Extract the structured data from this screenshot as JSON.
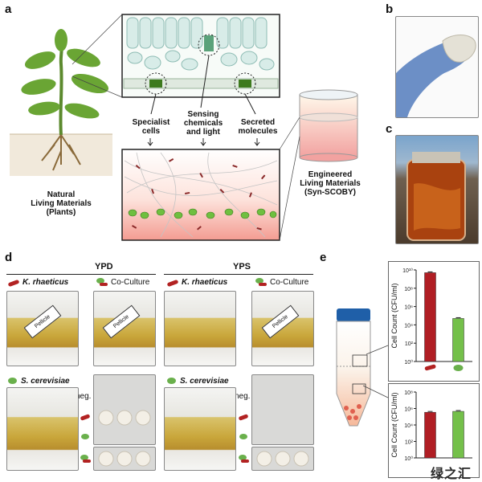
{
  "panels": {
    "a": "a",
    "b": "b",
    "c": "c",
    "d": "d",
    "e": "e"
  },
  "panel_a": {
    "specialist": "Specialist\ncells",
    "sensing": "Sensing\nchemicals\nand light",
    "secreted": "Secreted\nmolecules",
    "natural": "Natural\nLiving Materials\n(Plants)",
    "engineered": "Engineered\nLiving Materials\n(Syn-SCOBY)"
  },
  "panel_d": {
    "ypd": "YPD",
    "yps": "YPS",
    "krhaeticus": "K. rhaeticus",
    "coculture": "Co-Culture",
    "scerevisiae": "S. cerevisiae",
    "neg": "neg.",
    "pellicle": "Pellicle"
  },
  "colors": {
    "bacteria": "#b22222",
    "yeast": "#6ab04c",
    "bar_red": "#b01e24",
    "bar_green": "#74c04a"
  },
  "chart_data": [
    {
      "type": "bar",
      "ylabel": "Cell Count (CFU/ml)",
      "categories": [
        "K. rhaeticus",
        "S. cerevisiae"
      ],
      "values": [
        5000000000.0,
        50000.0
      ],
      "log_scale": true,
      "ylim": [
        1,
        10000000000.0
      ],
      "yticks": [
        "10⁰",
        "10²",
        "10⁴",
        "10⁶",
        "10⁸",
        "10¹⁰"
      ],
      "colors": [
        "#b01e24",
        "#74c04a"
      ]
    },
    {
      "type": "bar",
      "ylabel": "Cell Count (CFU/ml)",
      "categories": [
        "K. rhaeticus",
        "S. cerevisiae"
      ],
      "values": [
        350000.0,
        450000.0
      ],
      "log_scale": true,
      "ylim": [
        1,
        100000000.0
      ],
      "yticks": [
        "10⁰",
        "10²",
        "10⁴",
        "10⁶",
        "10⁸"
      ],
      "colors": [
        "#b01e24",
        "#74c04a"
      ]
    }
  ],
  "watermark": "绿之汇"
}
